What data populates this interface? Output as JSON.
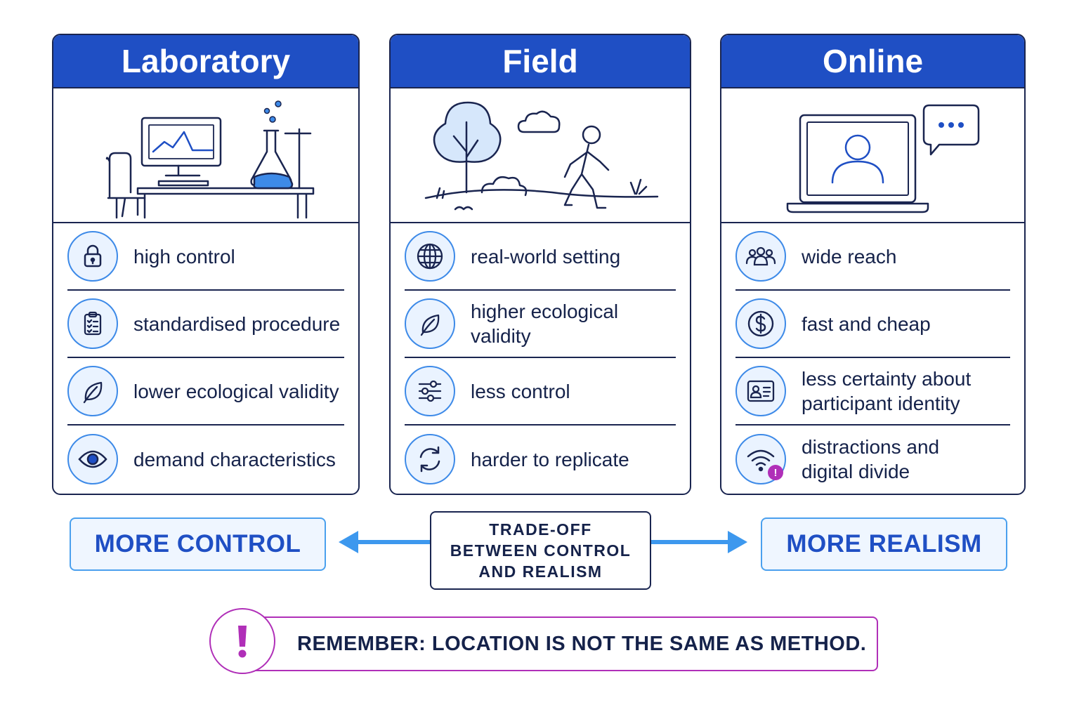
{
  "colors": {
    "header_blue": "#1f4fc4",
    "outline_navy": "#1a2550",
    "icon_blue": "#3d8ae8",
    "arrow_blue": "#3d98ee",
    "alert_magenta": "#b02fb8"
  },
  "cards": [
    {
      "title": "Laboratory",
      "illustration": "lab-desk-computer-flask",
      "rows": [
        {
          "icon": "lock-icon",
          "text": "high control"
        },
        {
          "icon": "clipboard-checklist-icon",
          "text": "standardised procedure"
        },
        {
          "icon": "leaf-icon",
          "text": "lower ecological validity"
        },
        {
          "icon": "eye-icon",
          "text": "demand characteristics"
        }
      ]
    },
    {
      "title": "Field",
      "illustration": "person-walking-outdoors",
      "rows": [
        {
          "icon": "globe-icon",
          "text": "real-world setting"
        },
        {
          "icon": "leaf-icon",
          "text": "higher ecological validity"
        },
        {
          "icon": "sliders-icon",
          "text": "less control"
        },
        {
          "icon": "refresh-icon",
          "text": "harder to replicate"
        }
      ]
    },
    {
      "title": "Online",
      "illustration": "laptop-user-chat",
      "rows": [
        {
          "icon": "group-icon",
          "text": "wide reach"
        },
        {
          "icon": "dollar-icon",
          "text": "fast and cheap"
        },
        {
          "icon": "id-card-icon",
          "text": "less certainty about\nparticipant identity"
        },
        {
          "icon": "wifi-alert-icon",
          "text": "distractions and\ndigital divide"
        }
      ]
    }
  ],
  "scale": {
    "left_label": "MORE CONTROL",
    "center_label": "TRADE-OFF\nBETWEEN CONTROL\nAND REALISM",
    "right_label": "MORE REALISM"
  },
  "reminder": {
    "icon": "exclamation-icon",
    "text": "REMEMBER: LOCATION IS NOT THE SAME AS METHOD."
  }
}
